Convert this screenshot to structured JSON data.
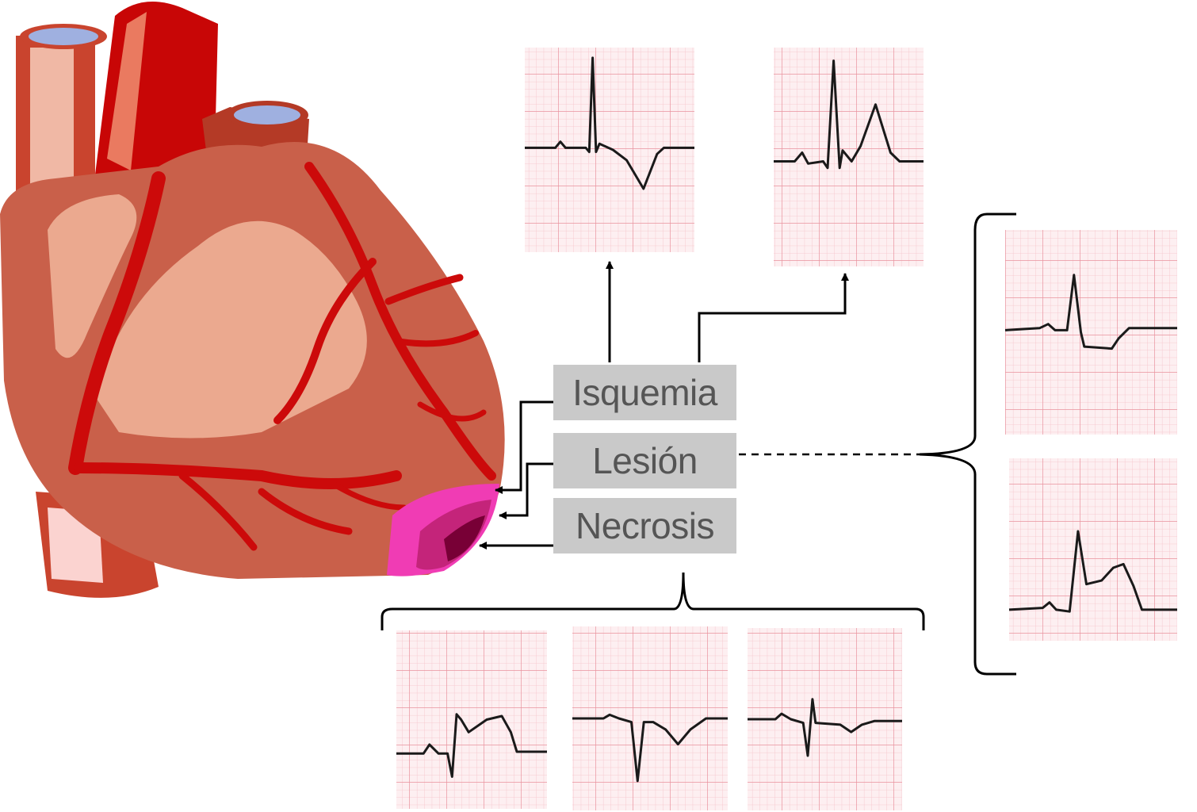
{
  "labels": {
    "ischemia": "Isquemia",
    "injury": "Lesión",
    "necrosis": "Necrosis"
  },
  "colors": {
    "heart_body": "#c9604a",
    "heart_light": "#eba98f",
    "artery": "#cc0a0a",
    "infarct_outer": "#f03cb4",
    "infarct_mid": "#c4247a",
    "infarct_core": "#780036",
    "ecg_paper": "#fdeff1",
    "ecg_grid_minor": "#f5c2c9",
    "ecg_grid_major": "#e9929e",
    "label_box": "#c9c9c9",
    "label_text": "#555555"
  },
  "ecg_panels": [
    {
      "id": "ischemia-inverted-t",
      "waveform": "inverted-t"
    },
    {
      "id": "ischemia-peaked-t",
      "waveform": "peaked-t"
    },
    {
      "id": "injury-st-depression",
      "waveform": "st-depression"
    },
    {
      "id": "injury-st-elevation",
      "waveform": "st-elevation"
    },
    {
      "id": "necrosis-q-st-elevation",
      "waveform": "q-st-elevation"
    },
    {
      "id": "necrosis-q-inverted-t",
      "waveform": "q-inverted-t"
    },
    {
      "id": "necrosis-q-small-t",
      "waveform": "q-small-t"
    }
  ]
}
